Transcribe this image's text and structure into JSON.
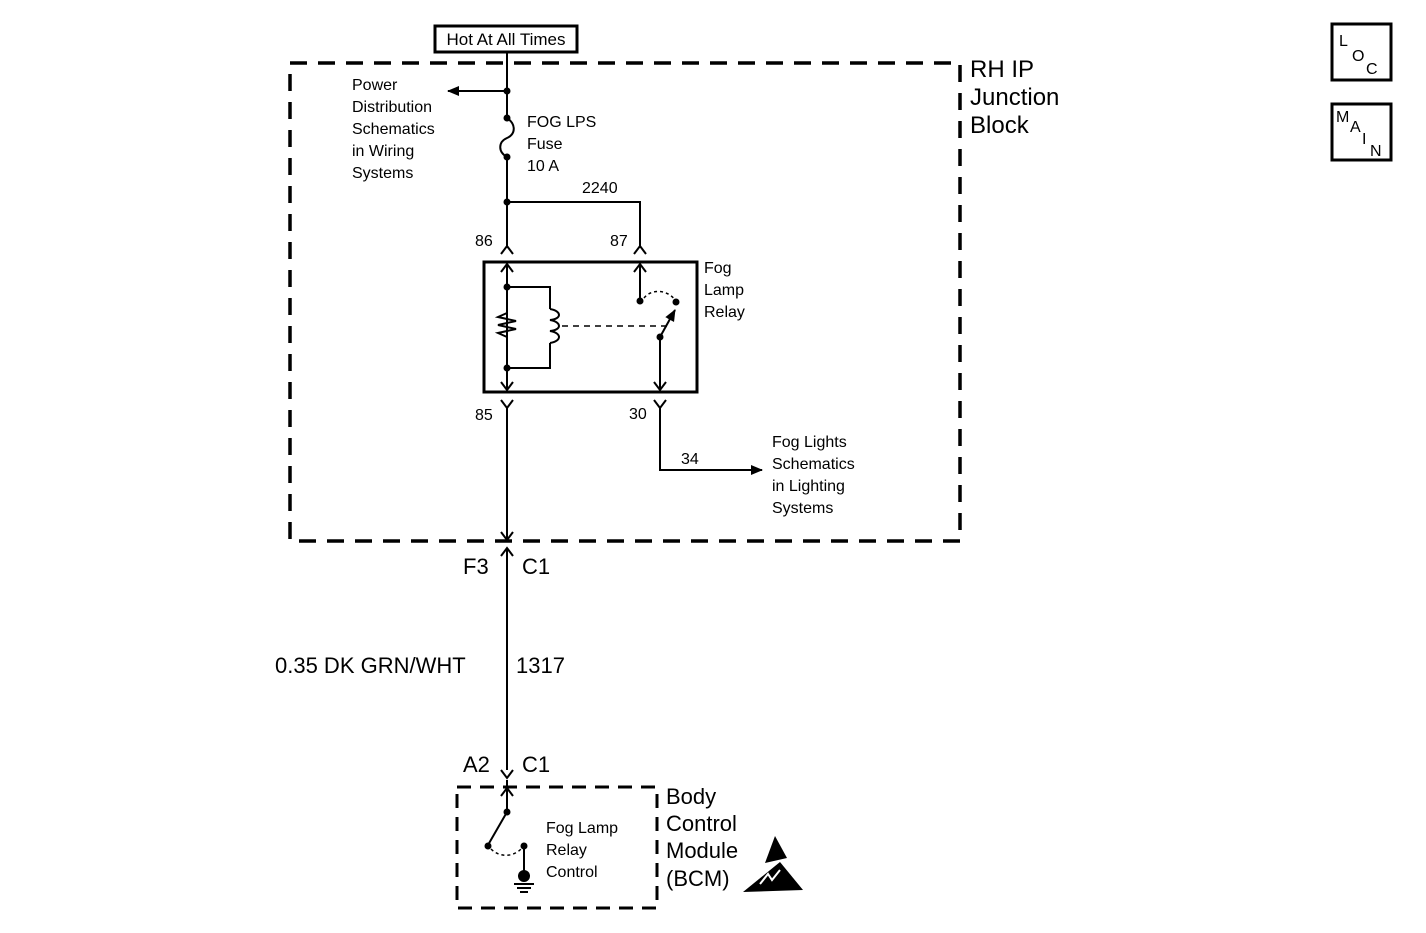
{
  "power": {
    "hot_label": "Hot At All Times"
  },
  "junction_block": {
    "name_line1": "RH IP",
    "name_line2": "Junction",
    "name_line3": "Block"
  },
  "power_ref": {
    "line1": "Power",
    "line2": "Distribution",
    "line3": "Schematics",
    "line4": "in Wiring",
    "line5": "Systems"
  },
  "fuse": {
    "line1": "FOG LPS",
    "line2": "Fuse",
    "line3": "10 A"
  },
  "circuits": {
    "c2240": "2240",
    "c34": "34",
    "c1317": "1317"
  },
  "relay": {
    "line1": "Fog",
    "line2": "Lamp",
    "line3": "Relay",
    "pin86": "86",
    "pin87": "87",
    "pin85": "85",
    "pin30": "30"
  },
  "fog_ref": {
    "line1": "Fog Lights",
    "line2": "Schematics",
    "line3": "in Lighting",
    "line4": "Systems"
  },
  "connectors": {
    "f3": "F3",
    "c1_top": "C1",
    "a2": "A2",
    "c1_bottom": "C1"
  },
  "wire": {
    "spec": "0.35 DK GRN/WHT"
  },
  "bcm": {
    "line1": "Body",
    "line2": "Control",
    "line3": "Module",
    "line4": "(BCM)",
    "control_line1": "Fog Lamp",
    "control_line2": "Relay",
    "control_line3": "Control"
  },
  "nav": {
    "loc_l": "L",
    "loc_o": "O",
    "loc_c": "C",
    "main_m": "M",
    "main_a": "A",
    "main_i": "I",
    "main_n": "N"
  }
}
